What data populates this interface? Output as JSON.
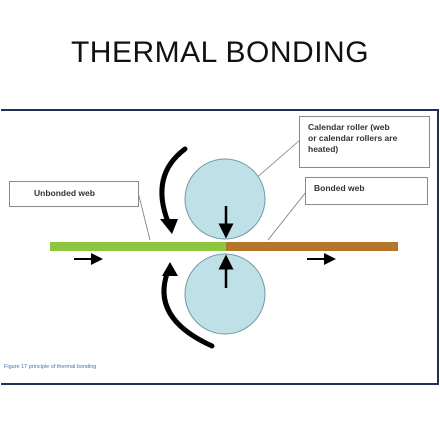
{
  "title": "THERMAL BONDING",
  "labels": {
    "unbonded_web": "Unbonded web",
    "calendar_roller": "Calendar roller (web\nor calendar rollers are\nheated)",
    "bonded_web": "Bonded web"
  },
  "caption": "Figure 17 principle of thermal bonding",
  "colors": {
    "roller_fill": "#bfe0e6",
    "unbonded_web": "#8dc63f",
    "bonded_web": "#b5762c",
    "frame": "#1e2f59"
  }
}
